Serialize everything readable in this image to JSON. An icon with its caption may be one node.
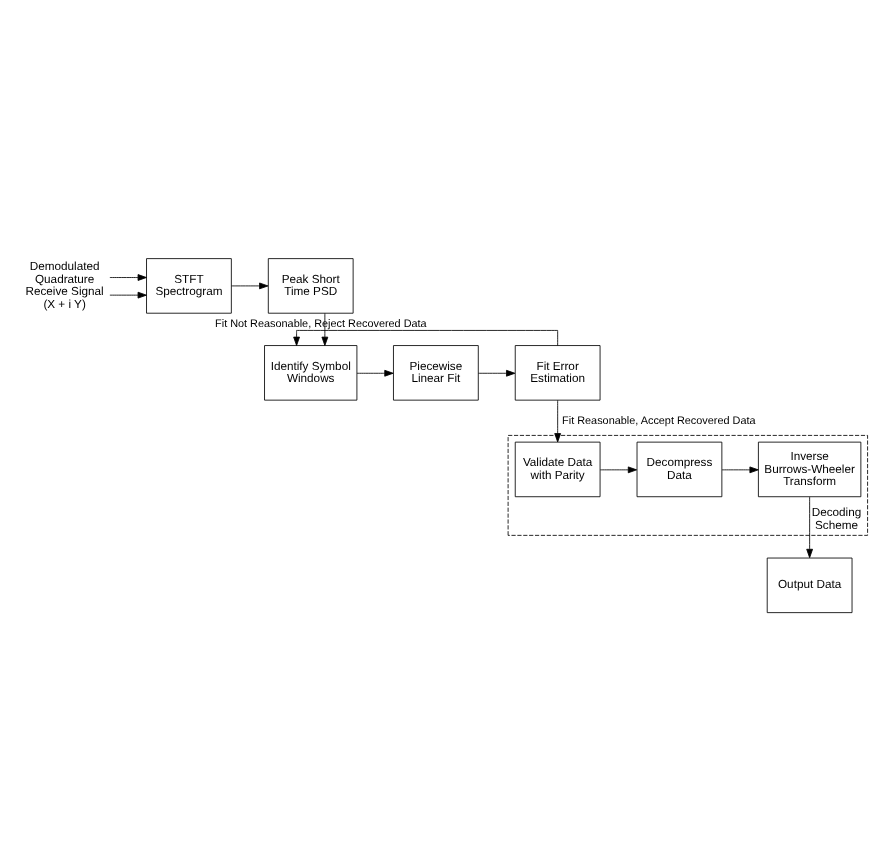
{
  "diagram": {
    "nodes": [
      {
        "text": [
          "Demodulated Quadrature Receive Signal (X + i Y)"
        ]
      },
      {
        "text": [
          "STFT Spectrogram"
        ]
      },
      {
        "text": [
          "Peak Short Time PSD"
        ]
      },
      {
        "text": [
          "Identify Symbol Windows"
        ]
      },
      {
        "text": [
          "Piecewise Linear Fit"
        ]
      },
      {
        "text": [
          "Fit Error Estimation"
        ]
      },
      {
        "text": [
          "Decoding Scheme"
        ]
      },
      {
        "text": [
          "Validate Data with Parity"
        ],
        "in": 6
      },
      {
        "text": [
          "Decompress Data"
        ],
        "in": 6
      },
      {
        "text": [
          "Inverse Burrows-Wheeler Transform"
        ],
        "in": 6
      },
      {
        "text": [
          "Output Data"
        ]
      }
    ],
    "edges": [
      {
        "from": 0,
        "to": 1,
        "arrow": "to"
      },
      {
        "from": 0,
        "to": 1,
        "arrow": "to"
      },
      {
        "from": 1,
        "to": 2,
        "arrow": "to"
      },
      {
        "from": 2,
        "to": 3,
        "arrow": "to"
      },
      {
        "from": 3,
        "to": 4,
        "arrow": "to"
      },
      {
        "from": 4,
        "to": 5,
        "arrow": "to"
      },
      {
        "from": 5,
        "to": 3,
        "arrow": "to",
        "label": "Fit Not Reasonable, Reject Recovered Data"
      },
      {
        "from": 5,
        "to": 7,
        "arrow": "to",
        "label": "Fit Reasonable, Accept Recovered Data"
      },
      {
        "from": 7,
        "to": 8,
        "arrow": "to"
      },
      {
        "from": 8,
        "to": 9,
        "arrow": "to"
      },
      {
        "from": 9,
        "to": 10,
        "arrow": "to"
      }
    ]
  }
}
